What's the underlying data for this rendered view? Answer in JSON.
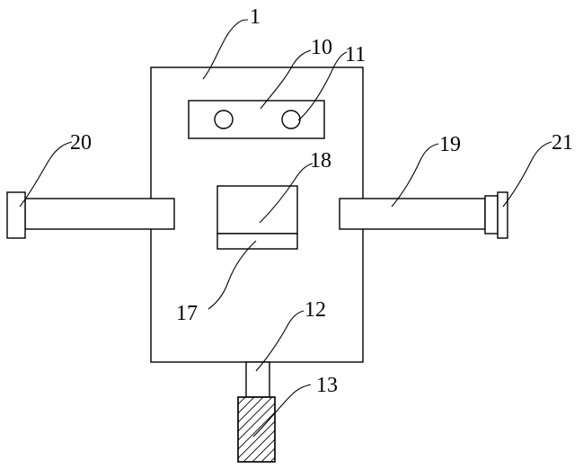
{
  "labels": {
    "l1": "1",
    "l10": "10",
    "l11": "11",
    "l12": "12",
    "l13": "13",
    "l17": "17",
    "l18": "18",
    "l19": "19",
    "l20": "20",
    "l21": "21"
  }
}
